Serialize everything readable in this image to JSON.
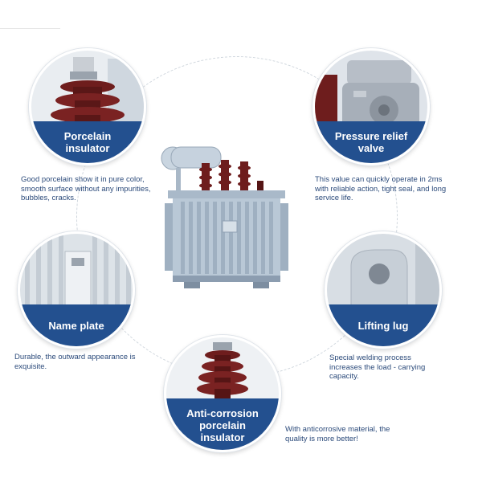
{
  "features": {
    "porcelain": {
      "label_line1": "Porcelain",
      "label_line2": "insulator",
      "desc": "Good porcelain show it in pure color, smooth surface without any impurities, bubbles, cracks."
    },
    "pressure": {
      "label_line1": "Pressure relief",
      "label_line2": "valve",
      "desc": "This value can quickly operate in 2ms with reliable action, tight seal, and long service life."
    },
    "nameplate": {
      "label": "Name plate",
      "desc": "Durable, the outward appearance is exquisite."
    },
    "lifting": {
      "label": "Lifting lug",
      "desc": "Special welding process increases the load - carrying capacity."
    },
    "anticorrosion": {
      "label_line1": "Anti-corrosion",
      "label_line2": "porcelain",
      "label_line3": "insulator",
      "desc": "With anticorrosive material, the quality is more better!"
    }
  },
  "colors": {
    "label_bg": "#23508f",
    "desc_text": "#2b4a7a",
    "porcelain": "#6e1d1d",
    "transformer_body": "#b9c8d6"
  }
}
